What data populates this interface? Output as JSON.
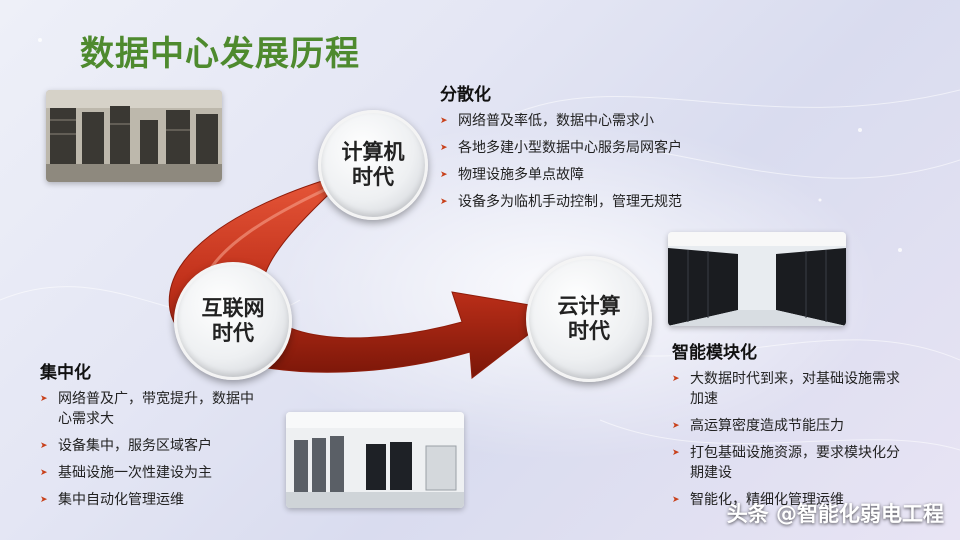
{
  "title": "数据中心发展历程",
  "circles": {
    "computer_era": {
      "line1": "计算机",
      "line2": "时代"
    },
    "internet_era": {
      "line1": "互联网",
      "line2": "时代"
    },
    "cloud_era": {
      "line1": "云计算",
      "line2": "时代"
    }
  },
  "decentralized": {
    "heading": "分散化",
    "items": [
      "网络普及率低，数据中心需求小",
      "各地多建小型数据中心服务局网客户",
      "物理设施多单点故障",
      "设备多为临机手动控制，管理无规范"
    ]
  },
  "centralized": {
    "heading": "集中化",
    "items": [
      "网络普及广，带宽提升，数据中心需求大",
      "设备集中，服务区域客户",
      "基础设施一次性建设为主",
      "集中自动化管理运维"
    ]
  },
  "intelligent": {
    "heading": "智能模块化",
    "items": [
      "大数据时代到来，对基础设施需求加速",
      "高运算密度造成节能压力",
      "打包基础设施资源，要求模块化分期建设",
      "智能化，精细化管理运维"
    ]
  },
  "watermark": "头条 @智能化弱电工程",
  "colors": {
    "title": "#4e8a2e",
    "arrow": "#c0301a",
    "bullet": "#c8401a"
  }
}
